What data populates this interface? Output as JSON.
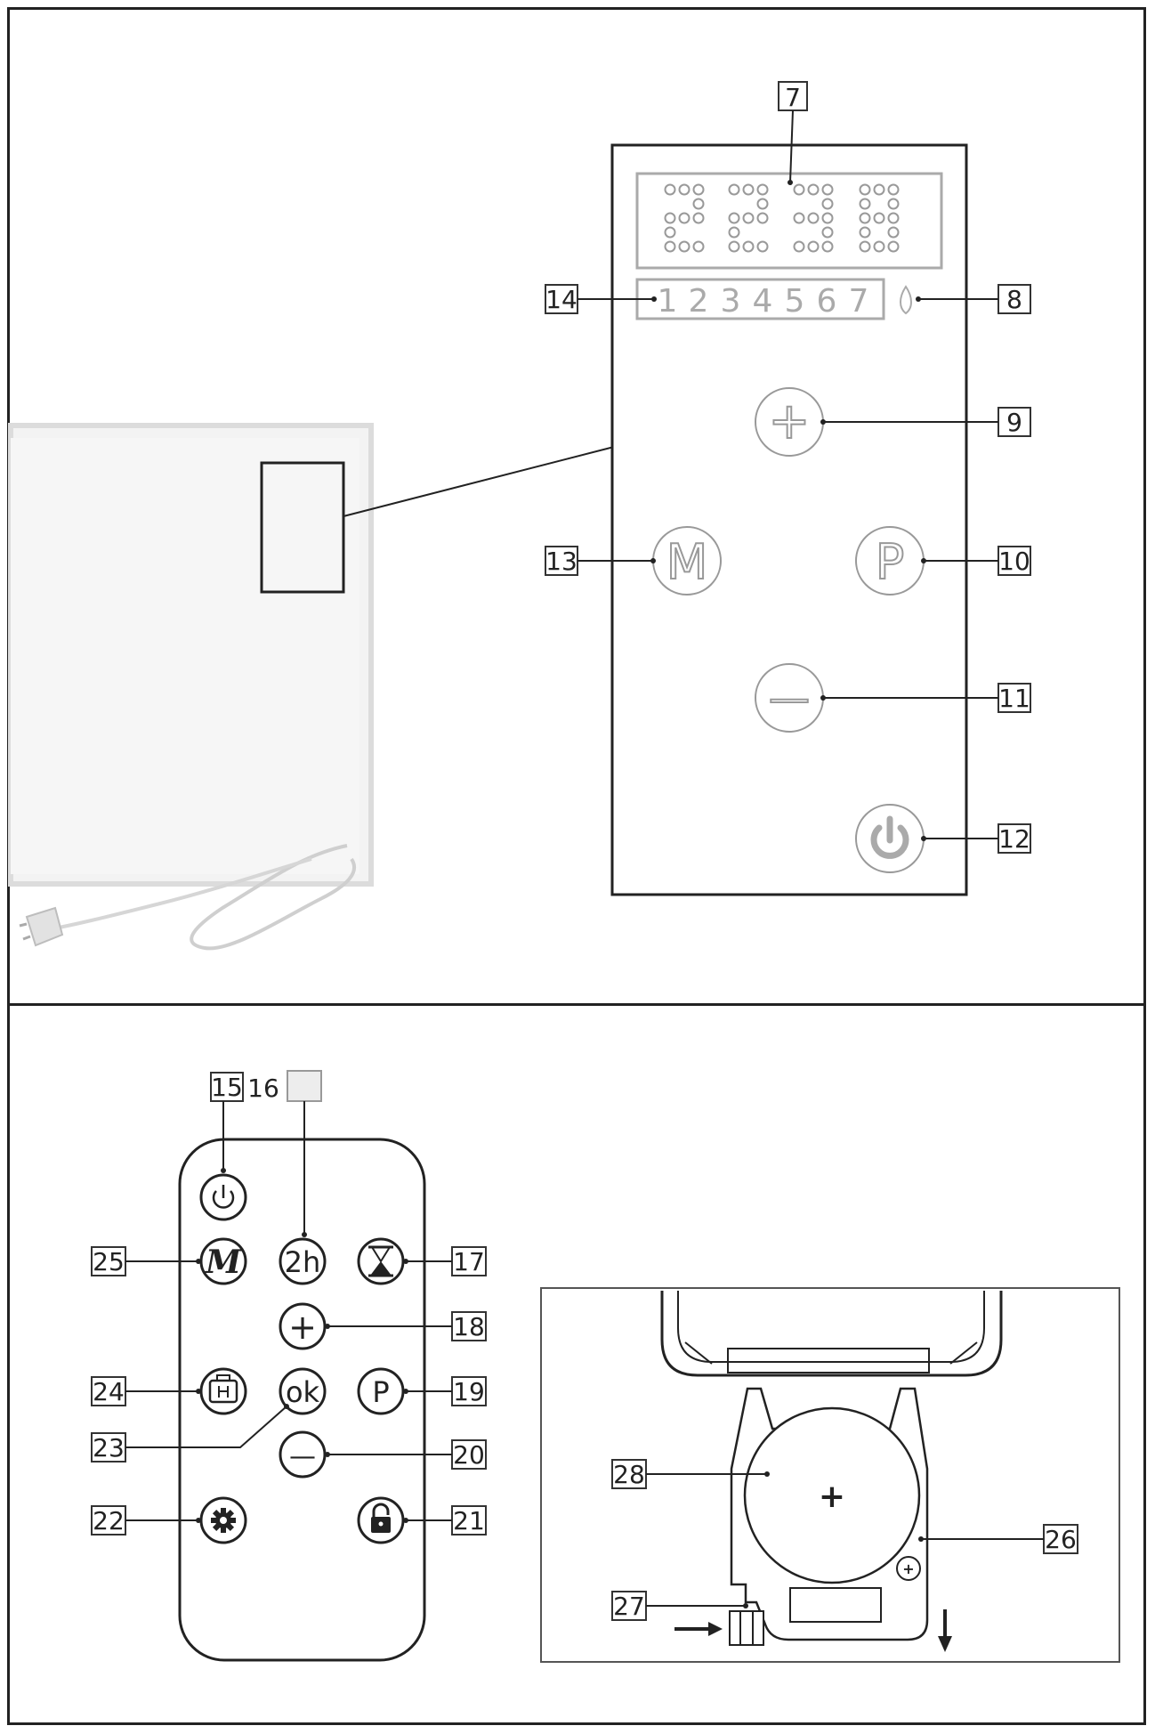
{
  "display": {
    "digits": [
      "2",
      "2",
      "3",
      "8"
    ],
    "day_numbers": [
      "1",
      "2",
      "3",
      "4",
      "5",
      "6",
      "7"
    ]
  },
  "control_panel": {
    "plus_symbol": "+",
    "minus_symbol": "—",
    "mode_label": "M",
    "program_label": "P",
    "power_icon": "power-icon",
    "flame_icon": "flame-icon"
  },
  "remote": {
    "mode_label": "M",
    "timer_label": "2h",
    "plus_label": "+",
    "ok_label": "ok",
    "program_label": "P",
    "minus_label": "—",
    "power_icon": "power-icon",
    "hourglass_icon": "hourglass-icon",
    "holiday_icon": "suitcase-icon",
    "settings_icon": "gear-icon",
    "lock_icon": "lock-icon"
  },
  "battery": {
    "plus_symbol": "+"
  },
  "callouts": {
    "c7": "7",
    "c8": "8",
    "c9": "9",
    "c10": "10",
    "c11": "11",
    "c12": "12",
    "c13": "13",
    "c14": "14",
    "c15": "15",
    "c16": "16",
    "c17": "17",
    "c18": "18",
    "c19": "19",
    "c20": "20",
    "c21": "21",
    "c22": "22",
    "c23": "23",
    "c24": "24",
    "c25": "25",
    "c26": "26",
    "c27": "27",
    "c28": "28"
  }
}
